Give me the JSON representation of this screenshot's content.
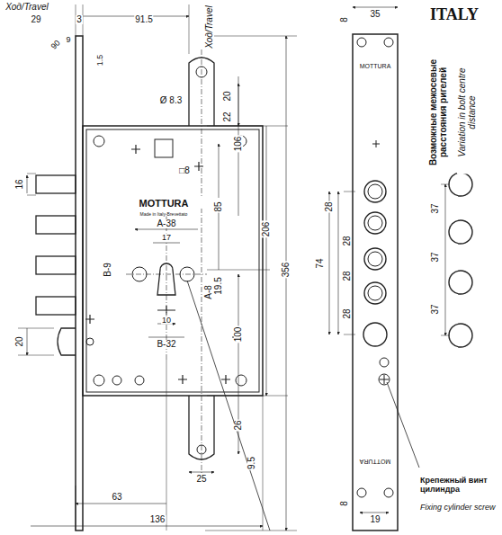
{
  "diagram": {
    "labels": [
      "Ход/Travel",
      "29",
      "3",
      "91.5",
      "90",
      "9",
      "1.5",
      "Ход/Travel",
      "20",
      "Ø 8.3",
      "22",
      "□8",
      "MOTTURA",
      "Made in Italy-Brevettato",
      "106",
      "85",
      "206",
      "356",
      "A-38",
      "17",
      "B-9",
      "A-8",
      "19.5",
      "10",
      "B-32",
      "100",
      "26",
      "25",
      "9.5",
      "16",
      "20",
      "63",
      "136",
      "35",
      "8",
      "MOTTURA",
      "28",
      "28",
      "28",
      "28",
      "74",
      "MOTTURA",
      "8",
      "19",
      "ITALY",
      "Возможные межосевые расстояния ригелей",
      "Variation in bolt centre distance",
      "37",
      "37",
      "37",
      "Крепежный винт цилиндра",
      "Fixing cylinder screw"
    ]
  }
}
